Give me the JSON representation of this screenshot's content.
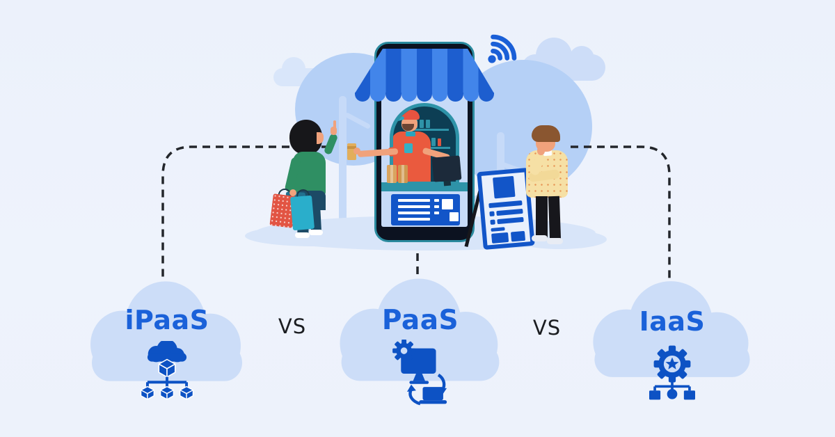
{
  "comparison": {
    "separator_label": "VS",
    "items": [
      {
        "label": "iPaaS",
        "icon_name": "ipaas-cloud-integration-icon"
      },
      {
        "label": "PaaS",
        "icon_name": "paas-platform-sync-icon"
      },
      {
        "label": "IaaS",
        "icon_name": "iaas-gear-network-icon"
      }
    ]
  },
  "scene": {
    "wifi_icon_name": "wifi-icon",
    "elements": [
      "mobile-phone-storefront",
      "striped-awning",
      "vendor-at-counter",
      "woman-shopper-with-bags",
      "thinking-man",
      "sign-board",
      "trees",
      "sky-clouds",
      "dashed-connectors"
    ]
  },
  "colors": {
    "background": "#eef3fc",
    "label_cloud_fill": "#ccddf8",
    "label_text_blue": "#1a61d9",
    "icon_blue": "#0d52c4",
    "awning_dark_blue": "#1d5ecf",
    "awning_light_blue": "#4285ea",
    "storefront_teal": "#2e93a8",
    "vendor_shirt_red": "#ea5a3e",
    "vs_text": "#1b1d21",
    "dash_line": "#23262b"
  }
}
